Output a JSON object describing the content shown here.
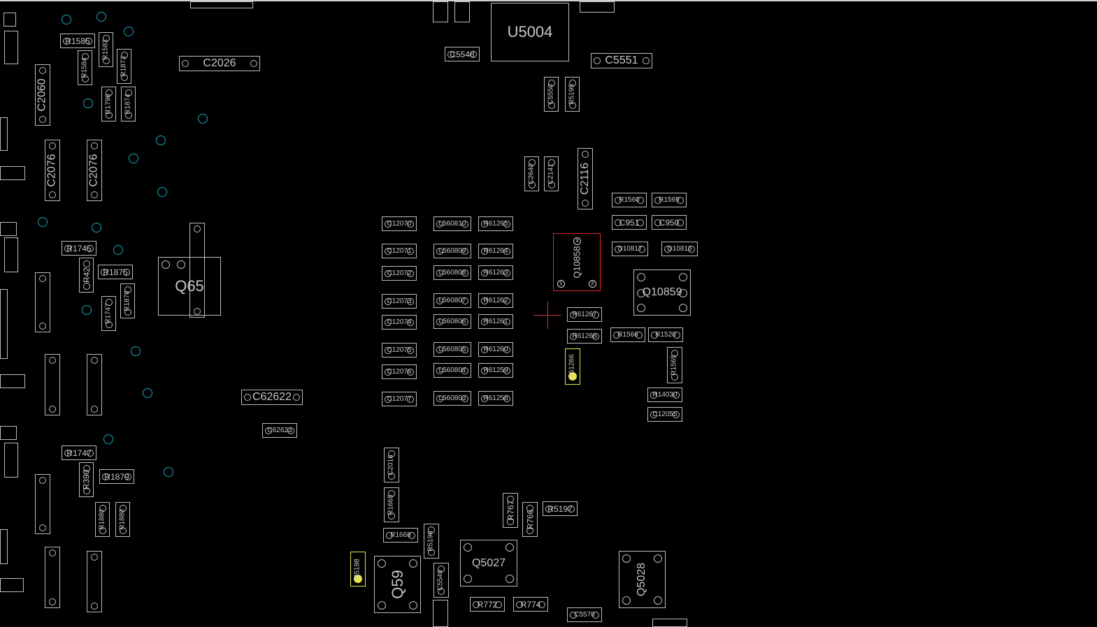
{
  "view": {
    "title": "",
    "colors": {
      "background": "#000000",
      "outline": "#bdbdbd",
      "via": "#1aa6b5",
      "highlight_red": "#e0262b",
      "highlight_yellow": "#e8e84a",
      "crosshair": "#c0393b"
    }
  },
  "components": [
    {
      "id": "U5004",
      "kind": "pkg",
      "label": "U5004"
    },
    {
      "id": "C5548",
      "label": "C5548"
    },
    {
      "id": "C5551",
      "label": "C5551"
    },
    {
      "id": "C5550",
      "label": "C5550"
    },
    {
      "id": "R5195",
      "label": "R5195"
    },
    {
      "id": "C2026",
      "label": "C2026"
    },
    {
      "id": "R1585",
      "label": "R1585"
    },
    {
      "id": "R1583",
      "label": "R1583"
    },
    {
      "id": "R1584",
      "label": "R1584"
    },
    {
      "id": "R1873",
      "label": "R1873"
    },
    {
      "id": "R1796",
      "label": "R1796"
    },
    {
      "id": "R1874",
      "label": "R1874"
    },
    {
      "id": "C2060",
      "label": "C2060"
    },
    {
      "id": "C2076a",
      "label": "C2076"
    },
    {
      "id": "C2076b",
      "label": "C2076"
    },
    {
      "id": "C2640",
      "label": "C2640"
    },
    {
      "id": "C2141",
      "label": "C2141"
    },
    {
      "id": "C2116",
      "label": "C2116"
    },
    {
      "id": "R1560",
      "label": "R1560"
    },
    {
      "id": "R1569",
      "label": "R1569"
    },
    {
      "id": "C951",
      "label": "C951"
    },
    {
      "id": "C950",
      "label": "C950"
    },
    {
      "id": "D10817",
      "label": "D10817"
    },
    {
      "id": "D10816",
      "label": "D10816"
    },
    {
      "id": "Q10858",
      "label": "Q10858"
    },
    {
      "id": "Q10859",
      "label": "Q10859"
    },
    {
      "id": "R61267",
      "label": "R61267"
    },
    {
      "id": "R61268",
      "label": "R61268"
    },
    {
      "id": "R1566",
      "label": "R1566"
    },
    {
      "id": "R1520",
      "label": "R1520"
    },
    {
      "id": "R61266",
      "label": "R61266"
    },
    {
      "id": "R1565",
      "label": "R1565"
    },
    {
      "id": "R14030",
      "label": "R14030"
    },
    {
      "id": "C12055",
      "label": "C12055"
    },
    {
      "id": "C12070",
      "label": "C12070"
    },
    {
      "id": "L560810",
      "label": "L560810"
    },
    {
      "id": "R61265",
      "label": "R61265"
    },
    {
      "id": "C12071",
      "label": "C12071"
    },
    {
      "id": "L560809",
      "label": "L560809"
    },
    {
      "id": "R61264",
      "label": "R61264"
    },
    {
      "id": "C12072",
      "label": "C12072"
    },
    {
      "id": "L560808",
      "label": "L560808"
    },
    {
      "id": "R61263",
      "label": "R61263"
    },
    {
      "id": "C12073",
      "label": "C12073"
    },
    {
      "id": "L560807",
      "label": "L560807"
    },
    {
      "id": "R61262",
      "label": "R61262"
    },
    {
      "id": "C12074",
      "label": "C12074"
    },
    {
      "id": "L560806",
      "label": "L560806"
    },
    {
      "id": "R61261",
      "label": "R61261"
    },
    {
      "id": "C12075",
      "label": "C12075"
    },
    {
      "id": "L560805",
      "label": "L560805"
    },
    {
      "id": "R61260",
      "label": "R61260"
    },
    {
      "id": "C12076",
      "label": "C12076"
    },
    {
      "id": "L560804",
      "label": "L560804"
    },
    {
      "id": "R61259",
      "label": "R61259"
    },
    {
      "id": "C12077",
      "label": "C12077"
    },
    {
      "id": "L560803",
      "label": "L560803"
    },
    {
      "id": "R61258",
      "label": "R61258"
    },
    {
      "id": "R1745",
      "label": "R1745"
    },
    {
      "id": "R42",
      "label": "R42"
    },
    {
      "id": "R1875",
      "label": "R1875"
    },
    {
      "id": "R1876",
      "label": "R1876"
    },
    {
      "id": "R1747a",
      "label": "R1747"
    },
    {
      "id": "Q65",
      "label": "Q65"
    },
    {
      "id": "C62622",
      "label": "C62622"
    },
    {
      "id": "C62623",
      "label": "C62623"
    },
    {
      "id": "R1747",
      "label": "R1747"
    },
    {
      "id": "R390",
      "label": "R390"
    },
    {
      "id": "R1879",
      "label": "R1879"
    },
    {
      "id": "R1880a",
      "label": "R1880"
    },
    {
      "id": "R1880b",
      "label": "R1880"
    },
    {
      "id": "C2016",
      "label": "C2016"
    },
    {
      "id": "R1665",
      "label": "R1665"
    },
    {
      "id": "R1668",
      "label": "R1668"
    },
    {
      "id": "R5196",
      "label": "R5196"
    },
    {
      "id": "R5198",
      "label": "R5198"
    },
    {
      "id": "Q59",
      "label": "Q59"
    },
    {
      "id": "C5549",
      "label": "C5549"
    },
    {
      "id": "Q5027",
      "label": "Q5027"
    },
    {
      "id": "R767",
      "label": "R767"
    },
    {
      "id": "R766",
      "label": "R766"
    },
    {
      "id": "R5197",
      "label": "R5197"
    },
    {
      "id": "R772",
      "label": "R772"
    },
    {
      "id": "R774",
      "label": "R774"
    },
    {
      "id": "C5570",
      "label": "C5570"
    },
    {
      "id": "Q5028",
      "label": "Q5028"
    }
  ],
  "q10858_pins": [
    "3",
    "1",
    "2"
  ]
}
